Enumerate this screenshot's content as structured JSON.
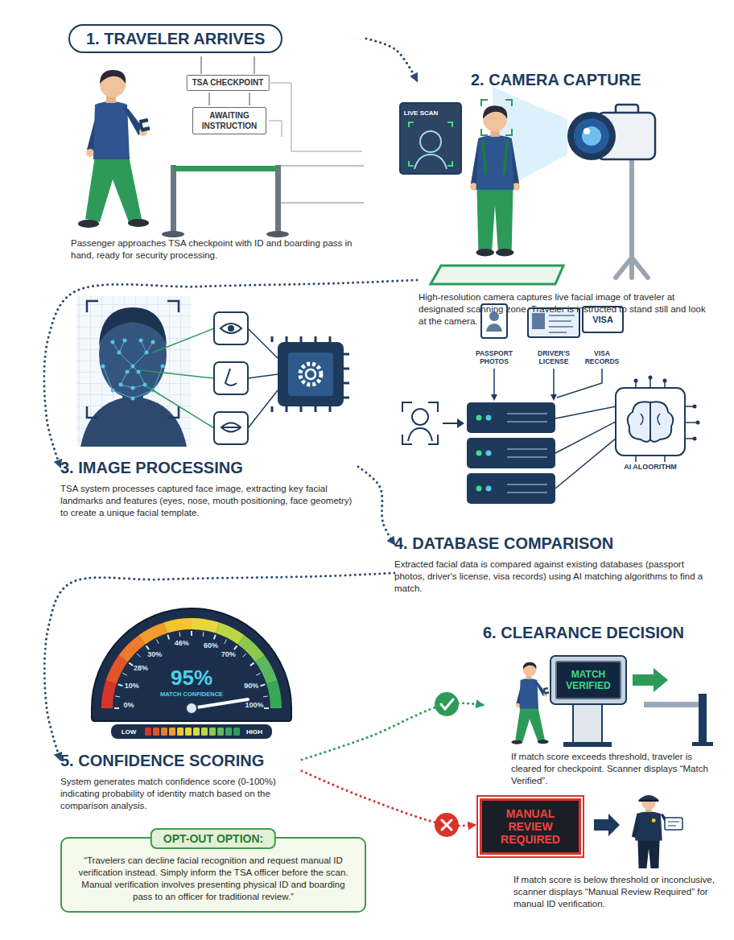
{
  "diagram": {
    "nodes": [
      {
        "text": [
          "1. TRAVELER ARRIVES",
          "Passenger approaches TSA checkpoint with ID and boarding pass in hand, ready for security processing."
        ]
      },
      {
        "text": [
          "2. CAMERA CAPTURE",
          "High-resolution camera captures live facial image of traveler at designated scanning zone. Traveler is instructed to stand still and look at the camera."
        ]
      },
      {
        "text": [
          "3. IMAGE PROCESSING",
          "TSA system processes captured face image, extracting key facial landmarks and features (eyes, nose, mouth positioning, face geometry) to create a unique facial template."
        ]
      },
      {
        "text": [
          "4. DATABASE COMPARISON",
          "Extracted facial data is compared against existing databases (passport photos, driver's license, visa records) using AI matching algorithms to find a match."
        ]
      },
      {
        "text": [
          "5. CONFIDENCE SCORING",
          "System generates match confidence score (0-100%) indicating probability of identity match based on the comparison analysis."
        ]
      },
      {
        "text": [
          "6. CLEARANCE DECISION",
          "If match score exceeds threshold, traveler is cleared for checkpoint. Scanner displays “Match Verified”."
        ]
      },
      {
        "text": [
          "If match score is below threshold or inconclusive, scanner displays “Manual Review Required” for manual ID verification."
        ]
      },
      {
        "text": [
          "MATCH VERIFIED"
        ],
        "in": 5
      },
      {
        "text": [
          "MANUAL REVIEW REQUIRED"
        ],
        "in": 6
      },
      {
        "text": [
          "OPT-OUT OPTION:",
          "“Travelers can decline facial recognition and request manual ID verification instead. Simply inform the TSA officer before the scan. Manual verification involves presenting physical ID and boarding pass to an officer for traditional review.”"
        ]
      }
    ],
    "edges": [
      {
        "from": 0,
        "to": 1,
        "arrow": "to"
      },
      {
        "from": 1,
        "to": 2,
        "arrow": "to"
      },
      {
        "from": 2,
        "to": 3,
        "arrow": "to"
      },
      {
        "from": 3,
        "to": 4,
        "arrow": "to"
      },
      {
        "from": 4,
        "to": 5,
        "arrow": "to"
      },
      {
        "from": 4,
        "to": 6,
        "arrow": "to"
      }
    ],
    "labels": [
      "TSA CHECKPOINT",
      "AWAITING INSTRUCTION",
      "LIVE SCAN",
      "PASSPORT PHOTOS",
      "DRIVER'S LICENSE",
      "VISA",
      "VISA RECORDS",
      "AI ALOORITHM",
      "0%",
      "10%",
      "28%",
      "30%",
      "46%",
      "60%",
      "70%",
      "90%",
      "100%",
      "95%",
      "MATCH CONFIDENCE",
      "LOW",
      "HIGH"
    ]
  }
}
